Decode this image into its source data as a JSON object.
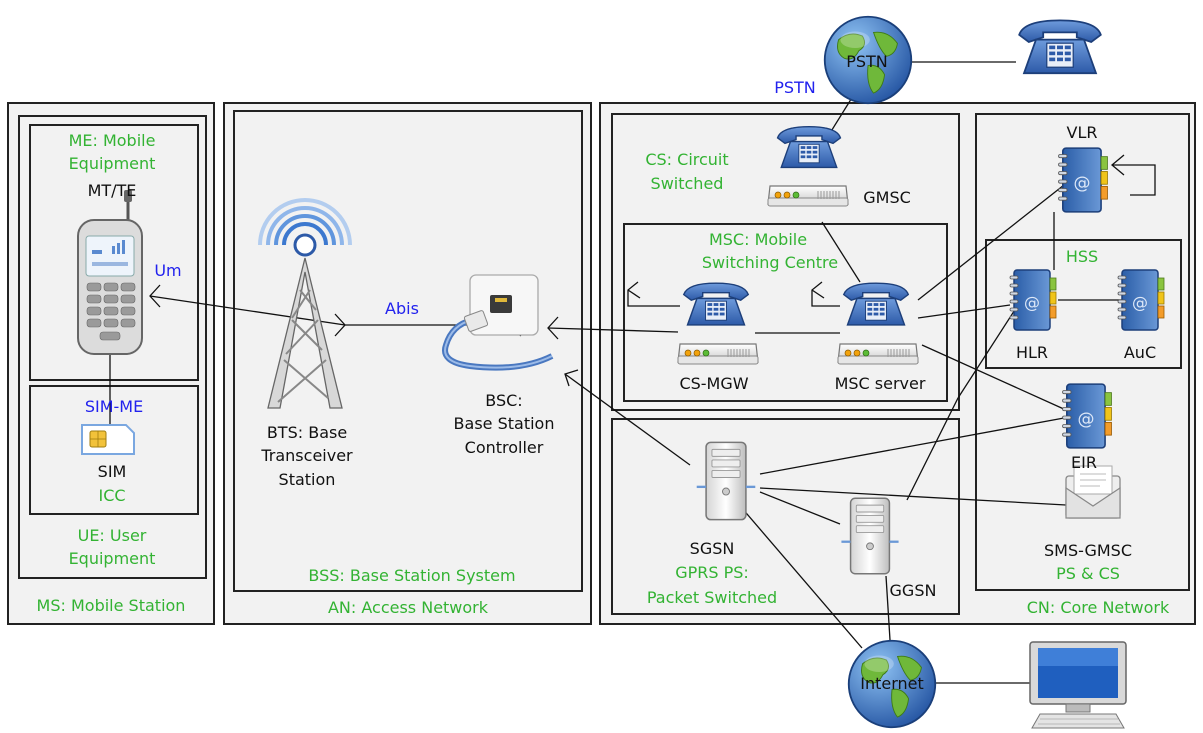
{
  "colors": {
    "label_green": "#33b333",
    "label_blue": "#2222ee",
    "box_fill": "#f2f2f2",
    "phone_blue": "#3a6fc0",
    "globe_blue": "#2a62b8"
  },
  "top": {
    "pstn_globe_label": "PSTN",
    "pstn_link_label": "PSTN"
  },
  "ms": {
    "me_title_1": "ME: Mobile",
    "me_title_2": "Equipment",
    "mt_te": "MT/TE",
    "um": "Um",
    "sim_me": "SIM-ME",
    "sim": "SIM",
    "icc": "ICC",
    "ue_1": "UE: User",
    "ue_2": "Equipment",
    "ms_label": "MS: Mobile Station"
  },
  "an": {
    "abis": "Abis",
    "bts_1": "BTS: Base",
    "bts_2": "Transceiver",
    "bts_3": "Station",
    "bsc_1": "BSC:",
    "bsc_2": "Base Station",
    "bsc_3": "Controller",
    "bss_label": "BSS: Base Station System",
    "an_label": "AN: Access Network"
  },
  "cs": {
    "cs_1": "CS: Circuit",
    "cs_2": "Switched",
    "gmsc": "GMSC",
    "msc_1": "MSC: Mobile",
    "msc_2": "Switching Centre",
    "cs_mgw": "CS-MGW",
    "msc_server": "MSC server"
  },
  "ps": {
    "sgsn": "SGSN",
    "ggsn": "GGSN",
    "gprs_1": "GPRS PS:",
    "gprs_2": "Packet Switched"
  },
  "cn": {
    "vlr": "VLR",
    "hss": "HSS",
    "hlr": "HLR",
    "auc": "AuC",
    "eir": "EIR",
    "sms_gmsc": "SMS-GMSC",
    "ps_cs": "PS & CS",
    "cn_label": "CN: Core Network"
  },
  "bottom": {
    "internet_label": "Internet"
  },
  "icons": [
    "globe-icon",
    "desk-phone-icon",
    "mobile-phone-icon",
    "sim-card-icon",
    "antenna-tower-icon",
    "network-port-icon",
    "server-icon",
    "address-book-icon",
    "envelope-icon",
    "computer-monitor-icon"
  ]
}
